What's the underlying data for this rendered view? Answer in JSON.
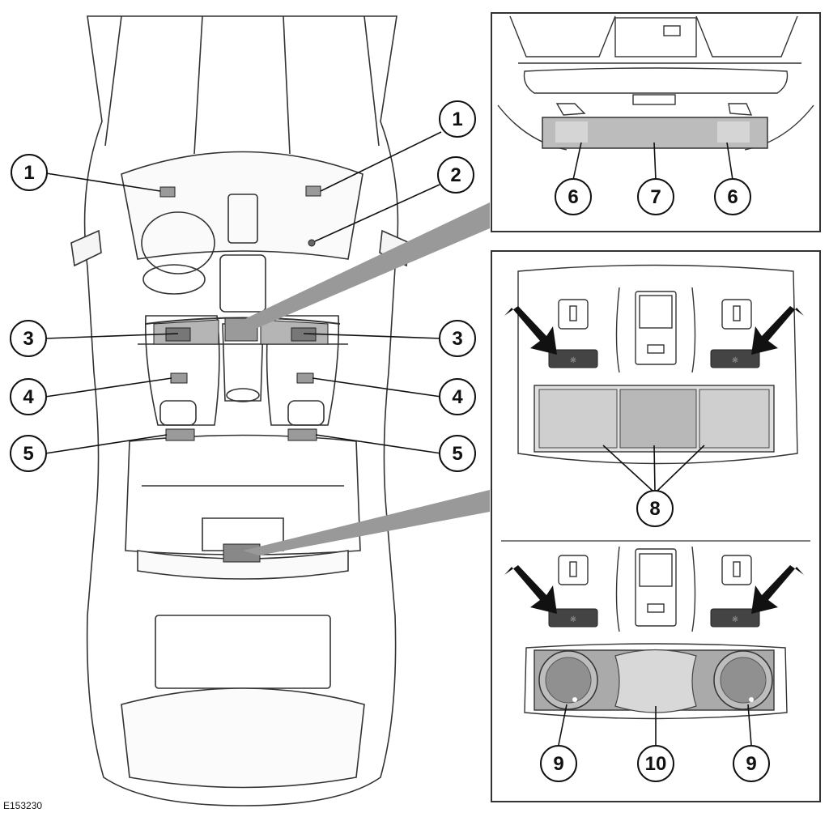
{
  "figure_id": "E153230",
  "callouts": {
    "c1": "1",
    "c2": "2",
    "c3": "3",
    "c4": "4",
    "c5": "5",
    "c6": "6",
    "c7": "7",
    "c8": "8",
    "c9": "9",
    "c10": "10"
  },
  "colors": {
    "line": "#222222",
    "light_gray": "#e8e8e8",
    "mid_gray": "#bdbdbd",
    "dark_gray": "#8c8c8c",
    "leader_wedge": "#999999",
    "button": "#444444"
  }
}
